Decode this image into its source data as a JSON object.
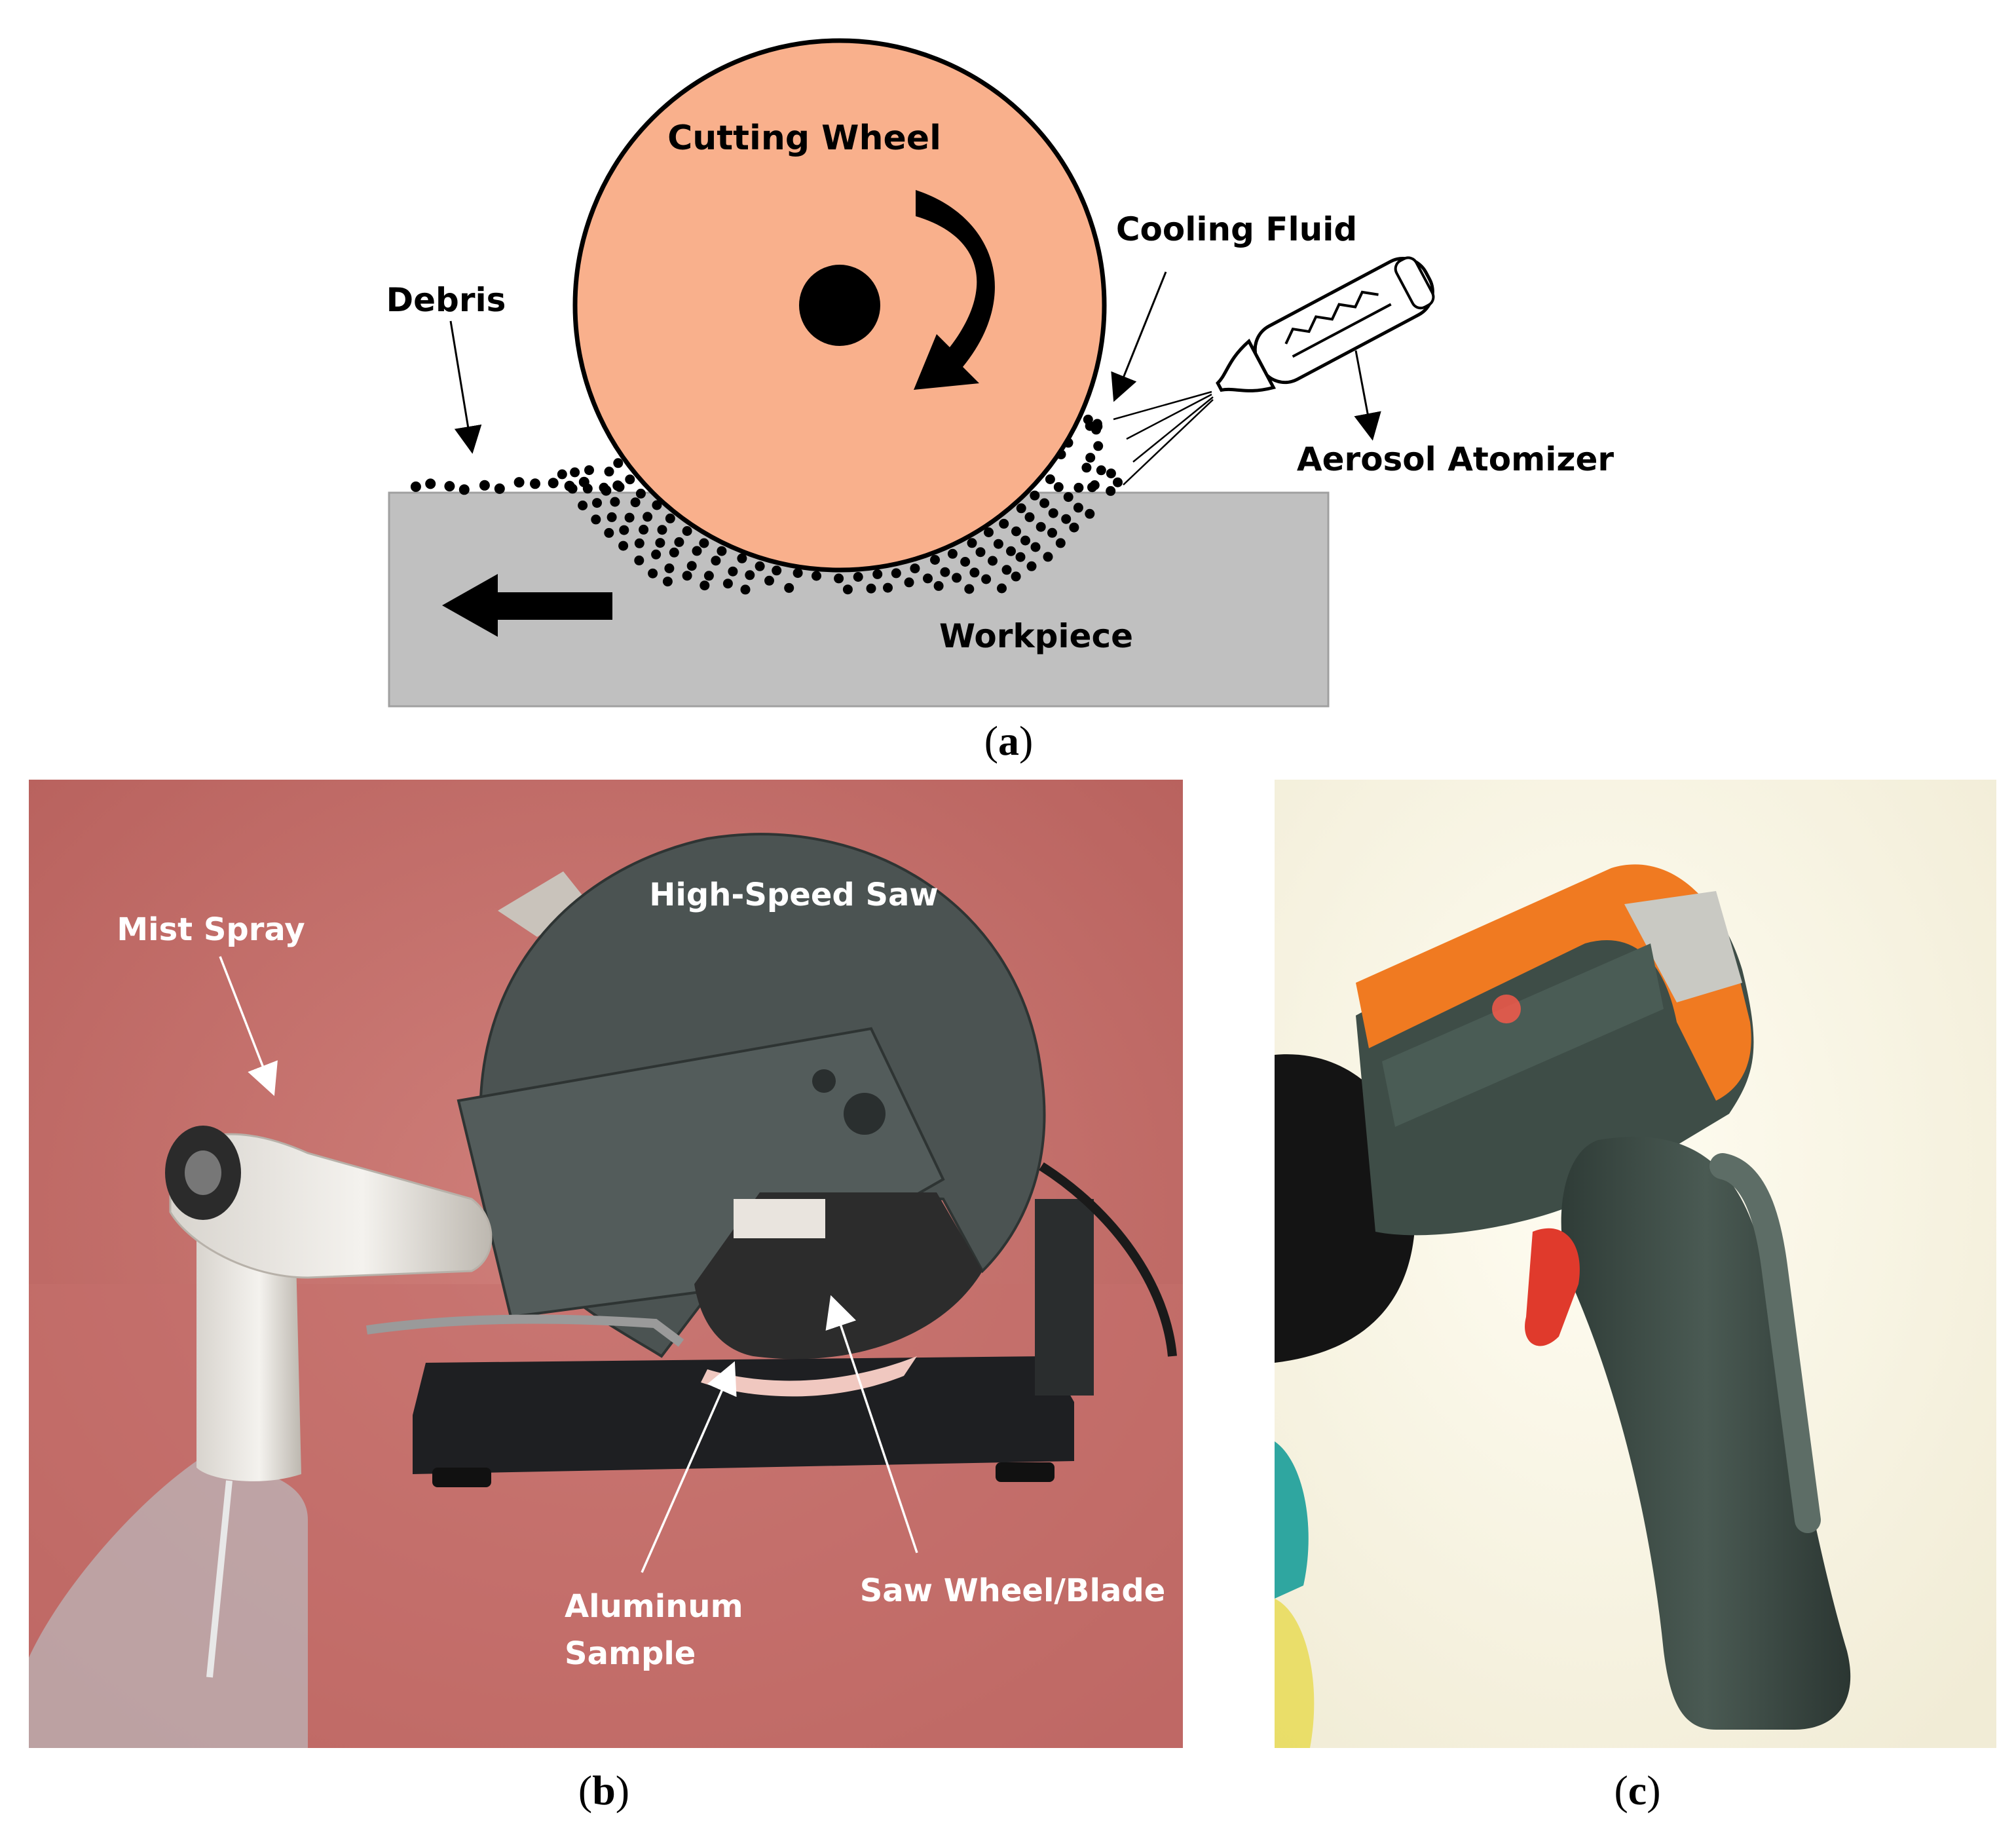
{
  "panel_a": {
    "labels": {
      "cutting_wheel": "Cutting Wheel",
      "cooling_fluid": "Cooling Fluid",
      "debris": "Debris",
      "aerosol_atomizer": "Aerosol Atomizer",
      "workpiece": "Workpiece"
    },
    "caption_letter": "a"
  },
  "panel_b": {
    "labels": {
      "high_speed_saw": "High-Speed Saw",
      "mist_spray": "Mist Spray",
      "aluminum_sample_line1": "Aluminum",
      "aluminum_sample_line2": "Sample",
      "saw_wheel_blade": "Saw Wheel/Blade"
    },
    "caption_letter": "b"
  },
  "panel_c": {
    "caption_letter": "c"
  },
  "colors": {
    "wheel": "#f9b08c",
    "workpiece": "#c0c0c0",
    "photo_b_background": "#c9716e",
    "saw_body": "#4b5352",
    "thermometer_orange": "#f07a21",
    "thermometer_body": "#3e4d47"
  }
}
